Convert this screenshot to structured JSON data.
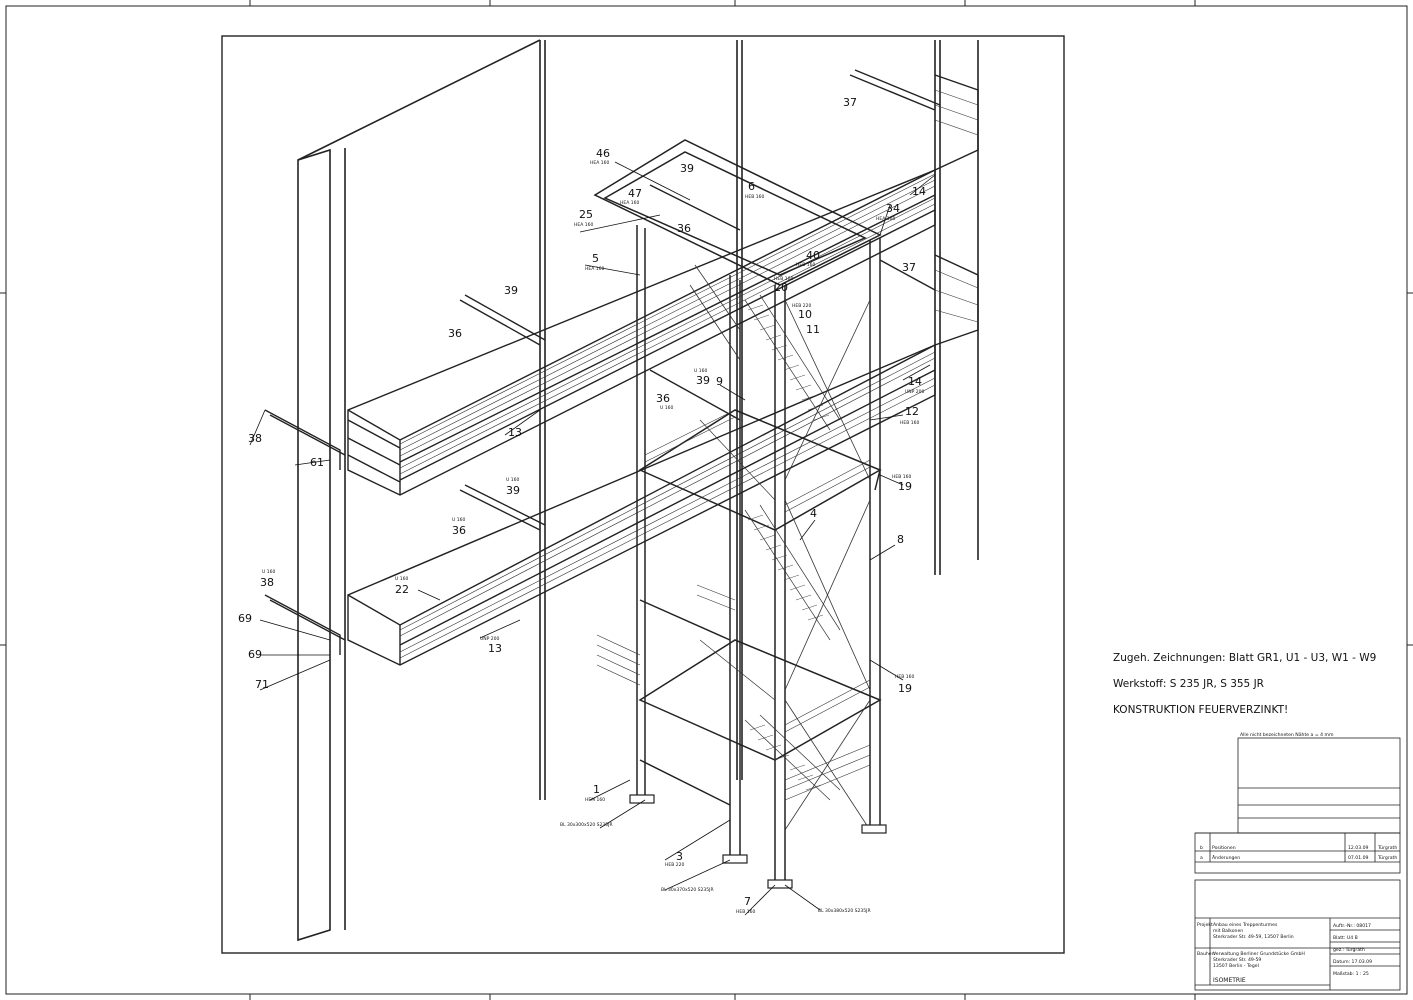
{
  "notes": {
    "line1": "Zugeh. Zeichnungen: Blatt GR1, U1 - U3, W1 - W9",
    "line2": "Werkstoff: S 235 JR, S 355 JR",
    "line3": "KONSTRUKTION FEUERVERZINKT!"
  },
  "title_block": {
    "weld_note": "Alle nicht bezeichneten Nähte a = 4 mm",
    "revisions": [
      {
        "idx": "b",
        "text": "Positionen",
        "date": "12.03.09",
        "name": "Türgrath"
      },
      {
        "idx": "a",
        "text": "Änderungen",
        "date": "07.01.09",
        "name": "Türgrath"
      }
    ],
    "project_label": "Projekt",
    "project": [
      "Anbau eines Treppenturmes",
      "mit Balkonen",
      "Sterkrader Str. 49-59, 13507 Berlin"
    ],
    "client_label": "Bauherr",
    "client": [
      "Verwaltung Berliner Grundstücke GmbH",
      "Sterkrader Str. 49-59",
      "13507 Berlin - Tegel"
    ],
    "auftrag": "Auftr.-Nr.: 08017",
    "blatt": "Blatt: U4 B",
    "gezeichnet": "gez.: Türgrath",
    "datum": "Datum: 17.03.09",
    "massstab": "Maßstab: 1 : 25",
    "drawing_title": "ISOMETRIE"
  },
  "callouts": [
    {
      "num": "1",
      "sub": "HEM 160"
    },
    {
      "num": "3",
      "sub": "HEB 220"
    },
    {
      "num": "4",
      "sub": ""
    },
    {
      "num": "5",
      "sub": "HEA 160"
    },
    {
      "num": "6",
      "sub": "HEB 160"
    },
    {
      "num": "7",
      "sub": "HEB 160"
    },
    {
      "num": "8",
      "sub": ""
    },
    {
      "num": "9",
      "sub": ""
    },
    {
      "num": "10",
      "sub": "HEB 220"
    },
    {
      "num": "11",
      "sub": ""
    },
    {
      "num": "12",
      "sub": "HEB 160"
    },
    {
      "num": "13",
      "sub": ""
    },
    {
      "num": "13",
      "sub": "UNP 200"
    },
    {
      "num": "14",
      "sub": ""
    },
    {
      "num": "14",
      "sub": "UNP 200"
    },
    {
      "num": "19",
      "sub": "HEB 160"
    },
    {
      "num": "19",
      "sub": "HEB 160"
    },
    {
      "num": "20",
      "sub": "HEB 160"
    },
    {
      "num": "22",
      "sub": "U 160"
    },
    {
      "num": "25",
      "sub": "HEA 160"
    },
    {
      "num": "34",
      "sub": "HEA 160"
    },
    {
      "num": "36",
      "sub": ""
    },
    {
      "num": "36",
      "sub": "U 160"
    },
    {
      "num": "36",
      "sub": "U 160"
    },
    {
      "num": "36",
      "sub": ""
    },
    {
      "num": "37",
      "sub": ""
    },
    {
      "num": "37",
      "sub": ""
    },
    {
      "num": "38",
      "sub": ""
    },
    {
      "num": "38",
      "sub": "U 160"
    },
    {
      "num": "39",
      "sub": ""
    },
    {
      "num": "39",
      "sub": ""
    },
    {
      "num": "39",
      "sub": "U 160"
    },
    {
      "num": "39",
      "sub": "U 160"
    },
    {
      "num": "40",
      "sub": "HEB 160"
    },
    {
      "num": "46",
      "sub": "HEA 160"
    },
    {
      "num": "47",
      "sub": "HEA 160"
    },
    {
      "num": "61",
      "sub": ""
    },
    {
      "num": "69",
      "sub": ""
    },
    {
      "num": "69",
      "sub": ""
    },
    {
      "num": "71",
      "sub": ""
    }
  ],
  "plates": [
    "BL 30x300x520 S235JR",
    "BL 30x370x520 S235JR",
    "BL 30x380x520 S235JR"
  ]
}
